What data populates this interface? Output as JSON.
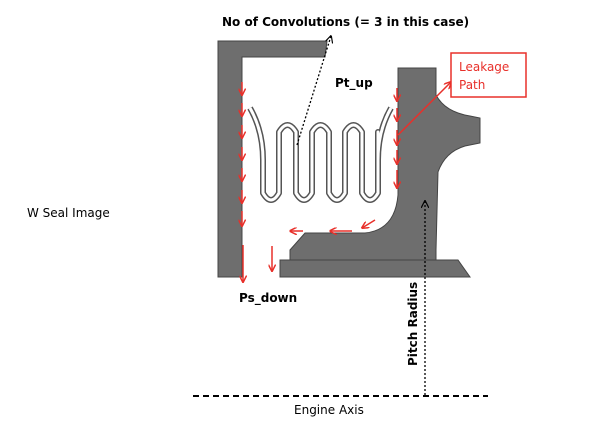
{
  "side_label": "W Seal Image",
  "title": "No of Convolutions (= 3 in this case)",
  "pt_label": "Pt_up",
  "ps_label": "Ps_down",
  "leakage_label_line1": "Leakage",
  "leakage_label_line2": "Path",
  "pitch_label": "Pitch Radius",
  "axis_label": "Engine Axis",
  "colors": {
    "seal_gray": "#6e6e6e",
    "arrow_red": "#e8302a"
  }
}
